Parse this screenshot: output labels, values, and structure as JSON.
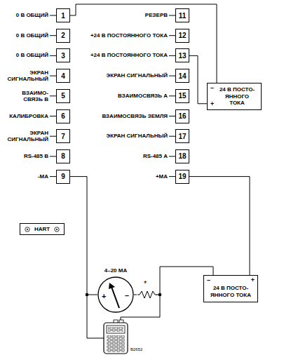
{
  "diagram": {
    "nodes": [
      {
        "text": [
          "1",
          "0 В ОБЩИЙ"
        ]
      },
      {
        "text": [
          "2",
          "0 В ОБЩИЙ"
        ]
      },
      {
        "text": [
          "3",
          "0 В ОБЩИЙ"
        ]
      },
      {
        "text": [
          "4",
          "ЭКРАН СИГНАЛЬНЫЙ"
        ]
      },
      {
        "text": [
          "5",
          "ВЗАИМО- СВЯЗЬ В"
        ]
      },
      {
        "text": [
          "6",
          "КАЛИБРОВКА"
        ]
      },
      {
        "text": [
          "7",
          "ЭКРАН СИГНАЛЬНЫЙ"
        ]
      },
      {
        "text": [
          "8",
          "RS-485 В"
        ]
      },
      {
        "text": [
          "9",
          "-МА"
        ]
      },
      {
        "text": [
          "11",
          "РЕЗЕРВ"
        ]
      },
      {
        "text": [
          "12",
          "+24 В ПОСТОЯННОГО ТОКА"
        ]
      },
      {
        "text": [
          "13",
          "+24 В ПОСТОЯННОГО ТОКА"
        ]
      },
      {
        "text": [
          "14",
          "ЭКРАН СИГНАЛЬНЫЙ"
        ]
      },
      {
        "text": [
          "15",
          "ВЗАИМОСВЯЗЬ А"
        ]
      },
      {
        "text": [
          "16",
          "ВЗАИМОСВЯЗЬ ЗЕМЛЯ"
        ]
      },
      {
        "text": [
          "17",
          "ЭКРАН СИГНАЛЬНЫЙ"
        ]
      },
      {
        "text": [
          "18",
          "RS-485 А"
        ]
      },
      {
        "text": [
          "19",
          "+МА"
        ]
      },
      {
        "text": [
          "–",
          "24 В ПОСТО- ЯННОГО ТОКА",
          "+"
        ]
      },
      {
        "text": [
          "HART"
        ]
      },
      {
        "text": [
          "4–20 МА",
          "+",
          "–"
        ]
      },
      {
        "text": [
          "–",
          "+",
          "24 В ПОСТО- ЯННОГО ТОКА"
        ]
      }
    ],
    "edges": [
      {
        "from": 0,
        "to": 18,
        "arrow": "none"
      },
      {
        "from": 11,
        "to": 18,
        "arrow": "none"
      },
      {
        "from": 8,
        "to": 20,
        "arrow": "none"
      },
      {
        "from": 20,
        "to": 21,
        "arrow": "none"
      },
      {
        "from": 17,
        "to": 21,
        "arrow": "none"
      }
    ],
    "labels": [
      "*",
      "B2652"
    ]
  }
}
